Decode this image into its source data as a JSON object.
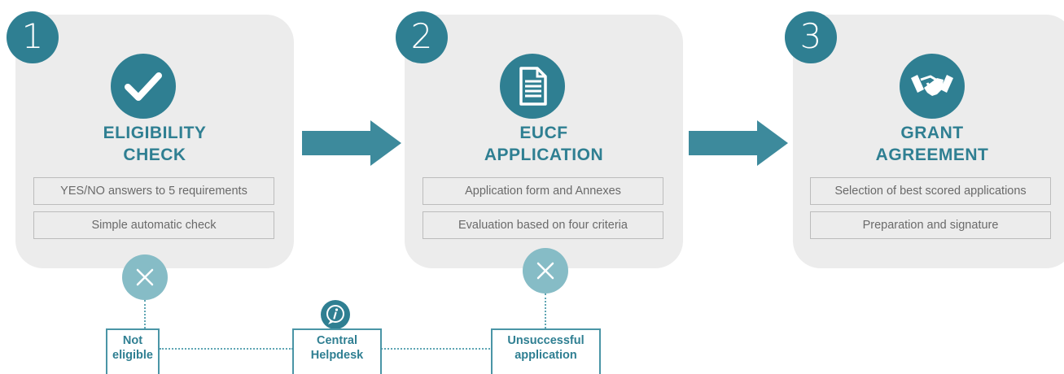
{
  "steps": [
    {
      "number": "1",
      "title_line1": "ELIGIBILITY",
      "title_line2": "CHECK",
      "items": [
        "YES/NO answers to 5 requirements",
        "Simple automatic check"
      ],
      "icon": "checkmark-icon"
    },
    {
      "number": "2",
      "title_line1": "EUCF",
      "title_line2": "APPLICATION",
      "items": [
        "Application form and Annexes",
        "Evaluation based on four criteria"
      ],
      "icon": "document-icon"
    },
    {
      "number": "3",
      "title_line1": "GRANT",
      "title_line2": "AGREEMENT",
      "items": [
        "Selection of best scored applications",
        "Preparation and signature"
      ],
      "icon": "handshake-icon"
    }
  ],
  "outcomes": {
    "not_eligible": {
      "line1": "Not",
      "line2": "eligible"
    },
    "helpdesk": {
      "line1": "Central",
      "line2": "Helpdesk",
      "icon": "info-icon"
    },
    "unsuccessful": {
      "line1": "Unsuccessful",
      "line2": "application"
    }
  },
  "colors": {
    "primary": "#2f7f92",
    "light": "#86bcc6",
    "card": "#ececec"
  }
}
